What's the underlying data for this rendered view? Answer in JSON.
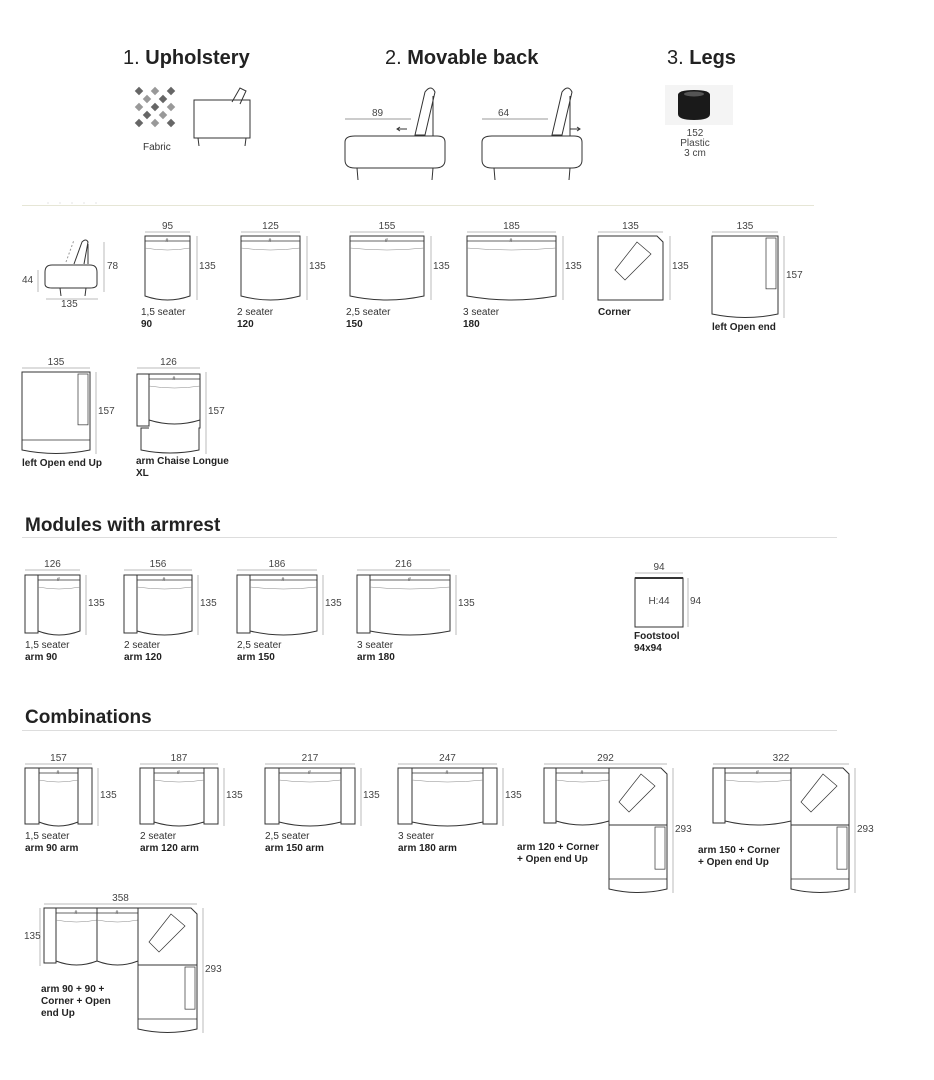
{
  "header": {
    "upholstery": {
      "num": "1.",
      "title": "Upholstery",
      "fabric": "Fabric"
    },
    "movable_back": {
      "num": "2.",
      "title": "Movable back",
      "front_depth": "89",
      "back_depth": "64"
    },
    "legs": {
      "num": "3.",
      "title": "Legs",
      "code": "152",
      "material": "Plastic",
      "height": "3 cm"
    }
  },
  "side_view": {
    "seat_height": "44",
    "height": "78",
    "depth": "135"
  },
  "modules": [
    {
      "w": "95",
      "h": "135",
      "line1": "1,5 seater",
      "line2": "90"
    },
    {
      "w": "125",
      "h": "135",
      "line1": "2 seater",
      "line2": "120"
    },
    {
      "w": "155",
      "h": "135",
      "line1": "2,5 seater",
      "line2": "150"
    },
    {
      "w": "185",
      "h": "135",
      "line1": "3 seater",
      "line2": "180"
    },
    {
      "w": "135",
      "h": "135",
      "line1": "",
      "line2": "Corner"
    },
    {
      "w": "135",
      "h": "157",
      "line1": "",
      "line2": "left Open end"
    },
    {
      "w": "135",
      "h": "157",
      "line1": "",
      "line2": "left Open end Up"
    },
    {
      "w": "126",
      "h": "157",
      "line1": "",
      "line2": "arm Chaise Longue",
      "line3": "XL"
    }
  ],
  "armrest": {
    "title": "Modules with armrest",
    "items": [
      {
        "w": "126",
        "h": "135",
        "line1": "1,5 seater",
        "line2": "arm 90"
      },
      {
        "w": "156",
        "h": "135",
        "line1": "2 seater",
        "line2": "arm 120"
      },
      {
        "w": "186",
        "h": "135",
        "line1": "2,5 seater",
        "line2": "arm 150"
      },
      {
        "w": "216",
        "h": "135",
        "line1": "3 seater",
        "line2": "arm 180"
      },
      {
        "w": "94",
        "h": "94",
        "inner": "H:44",
        "line1": "",
        "line2": "Footstool",
        "line3": "94x94"
      }
    ]
  },
  "combinations": {
    "title": "Combinations",
    "items": [
      {
        "w": "157",
        "h": "135",
        "line1": "1,5 seater",
        "line2": "arm 90 arm"
      },
      {
        "w": "187",
        "h": "135",
        "line1": "2 seater",
        "line2": "arm 120 arm"
      },
      {
        "w": "217",
        "h": "135",
        "line1": "2,5 seater",
        "line2": "arm 150 arm"
      },
      {
        "w": "247",
        "h": "135",
        "line1": "3 seater",
        "line2": "arm 180 arm"
      },
      {
        "w": "292",
        "h": "293",
        "line1": "",
        "line2": "arm 120 + Corner",
        "line3": "+ Open end Up"
      },
      {
        "w": "322",
        "h": "293",
        "line1": "",
        "line2": "arm 150 + Corner",
        "line3": "+ Open end Up"
      },
      {
        "w": "358",
        "h": "293",
        "h2": "135",
        "line1": "",
        "line2": "arm 90 + 90 +",
        "line3": "Corner + Open",
        "line4": "end Up"
      }
    ]
  }
}
